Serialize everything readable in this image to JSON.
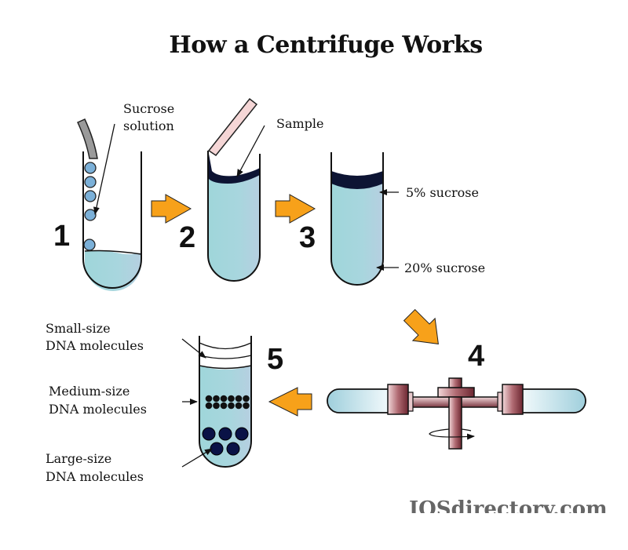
{
  "title": "How a Centrifuge Works",
  "colors": {
    "arrow_fill": "#f7a11a",
    "liquid": "#a7d7dc",
    "dark_band": "#0d1433",
    "bubble": "#7bb0d8",
    "pipette_grey": "#999999",
    "pipette_pink": "#f5d6d6",
    "rotor": "#8a4048",
    "large_dna": "#0a1246"
  },
  "steps": [
    {
      "number": "1",
      "labels": [
        "Sucrose",
        "solution"
      ]
    },
    {
      "number": "2",
      "labels": [
        "Sample"
      ]
    },
    {
      "number": "3",
      "labels": [
        "5% sucrose",
        "20% sucrose"
      ]
    },
    {
      "number": "4",
      "labels": []
    },
    {
      "number": "5",
      "labels": []
    }
  ],
  "step5_labels": {
    "small": [
      "Small-size",
      "DNA molecules"
    ],
    "medium": [
      "Medium-size",
      "DNA molecules"
    ],
    "large": [
      "Large-size",
      "DNA molecules"
    ]
  },
  "watermark": "IQSdirectory.com"
}
